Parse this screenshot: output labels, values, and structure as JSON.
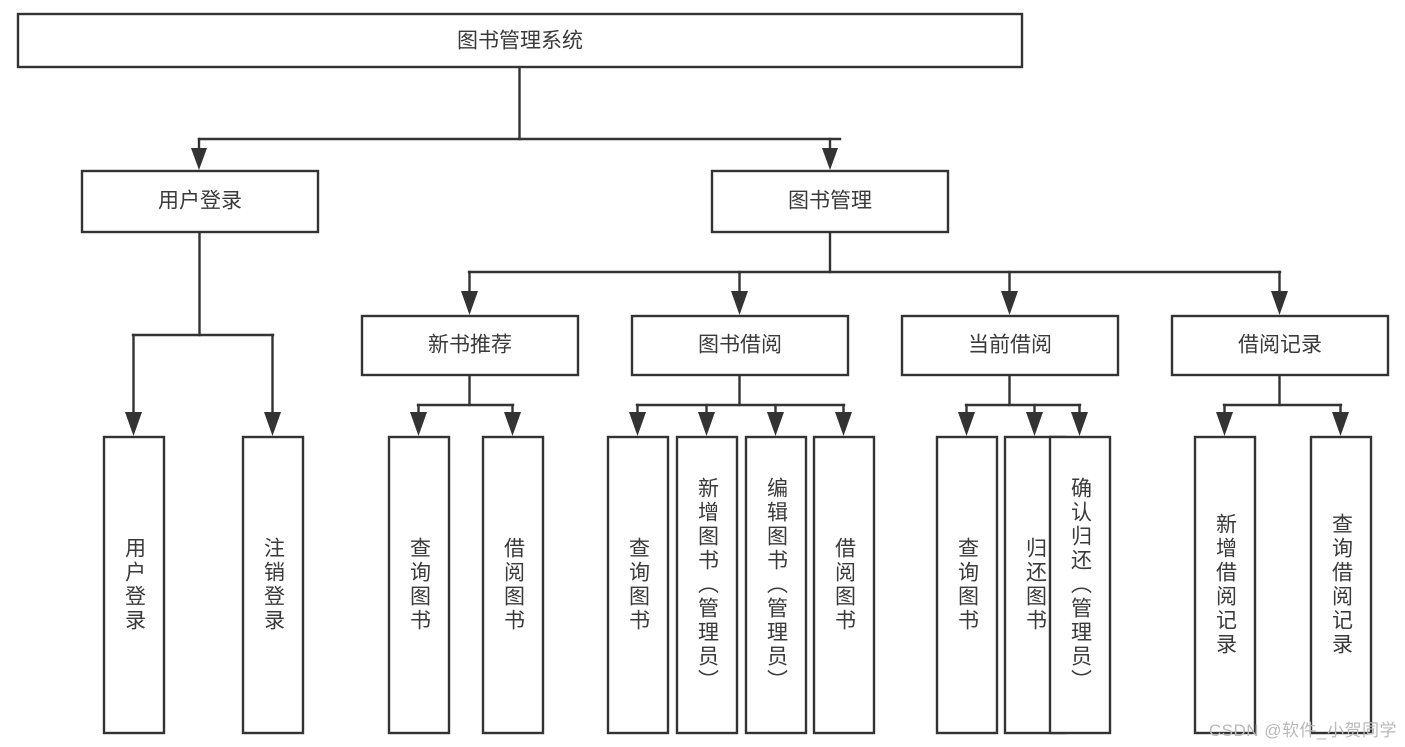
{
  "diagram": {
    "type": "tree",
    "title": "图书管理系统",
    "watermark": "CSDN @软件_小贺同学",
    "colors": {
      "stroke": "#333333",
      "fill": "#ffffff",
      "text": "#3a3a3a",
      "watermark": "#b9b9b9"
    },
    "root": {
      "label": "图书管理系统",
      "orientation": "horizontal"
    },
    "level2": [
      {
        "label": "用户登录",
        "orientation": "horizontal"
      },
      {
        "label": "图书管理",
        "orientation": "horizontal"
      }
    ],
    "level3": [
      {
        "label": "新书推荐",
        "orientation": "horizontal"
      },
      {
        "label": "图书借阅",
        "orientation": "horizontal"
      },
      {
        "label": "当前借阅",
        "orientation": "horizontal"
      },
      {
        "label": "借阅记录",
        "orientation": "horizontal"
      }
    ],
    "leaves": {
      "user_login": [
        {
          "label": "用户登录",
          "orientation": "vertical"
        },
        {
          "label": "注销登录",
          "orientation": "vertical"
        }
      ],
      "new_book_recommend": [
        {
          "label": "查询图书",
          "orientation": "vertical"
        },
        {
          "label": "借阅图书",
          "orientation": "vertical"
        }
      ],
      "book_borrow": [
        {
          "label": "查询图书",
          "orientation": "vertical"
        },
        {
          "label": "新增图书（管理员）",
          "orientation": "vertical"
        },
        {
          "label": "编辑图书（管理员）",
          "orientation": "vertical"
        },
        {
          "label": "借阅图书",
          "orientation": "vertical"
        }
      ],
      "current_borrow": [
        {
          "label": "查询图书",
          "orientation": "vertical"
        },
        {
          "label": "归还图书",
          "orientation": "vertical"
        },
        {
          "label": "确认归还（管理员）",
          "orientation": "vertical"
        }
      ],
      "borrow_record": [
        {
          "label": "新增借阅记录",
          "orientation": "vertical"
        },
        {
          "label": "查询借阅记录",
          "orientation": "vertical"
        }
      ]
    }
  }
}
